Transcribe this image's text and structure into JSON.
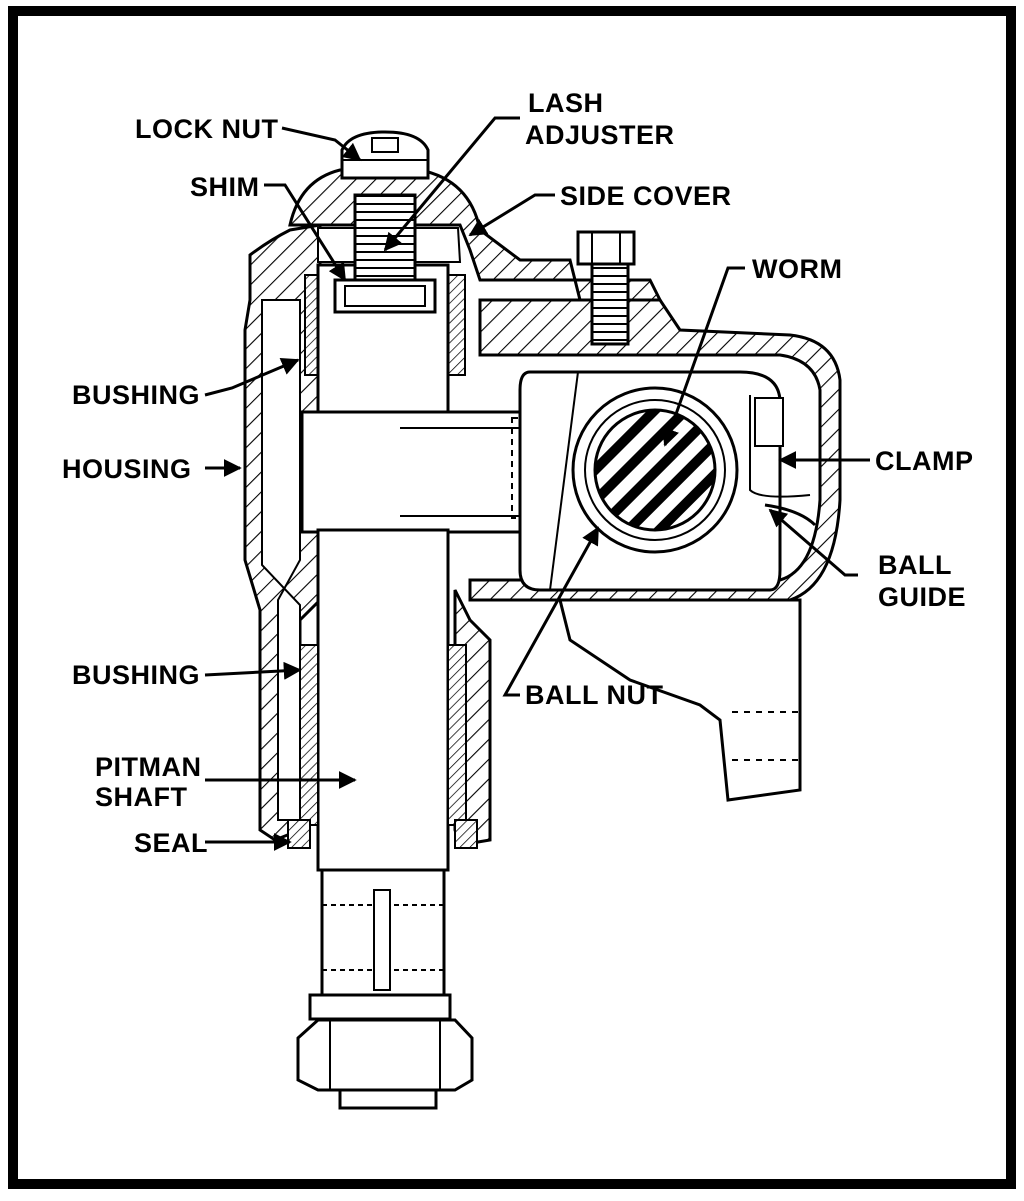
{
  "diagram": {
    "labels": {
      "lock_nut": "LOCK NUT",
      "lash_adjuster_1": "LASH",
      "lash_adjuster_2": "ADJUSTER",
      "shim": "SHIM",
      "side_cover": "SIDE COVER",
      "worm": "WORM",
      "bushing_upper": "BUSHING",
      "housing": "HOUSING",
      "clamp": "CLAMP",
      "ball_guide_1": "BALL",
      "ball_guide_2": "GUIDE",
      "bushing_lower": "BUSHING",
      "ball_nut": "BALL NUT",
      "pitman_shaft_1": "PITMAN",
      "pitman_shaft_2": "SHAFT",
      "seal": "SEAL"
    }
  }
}
